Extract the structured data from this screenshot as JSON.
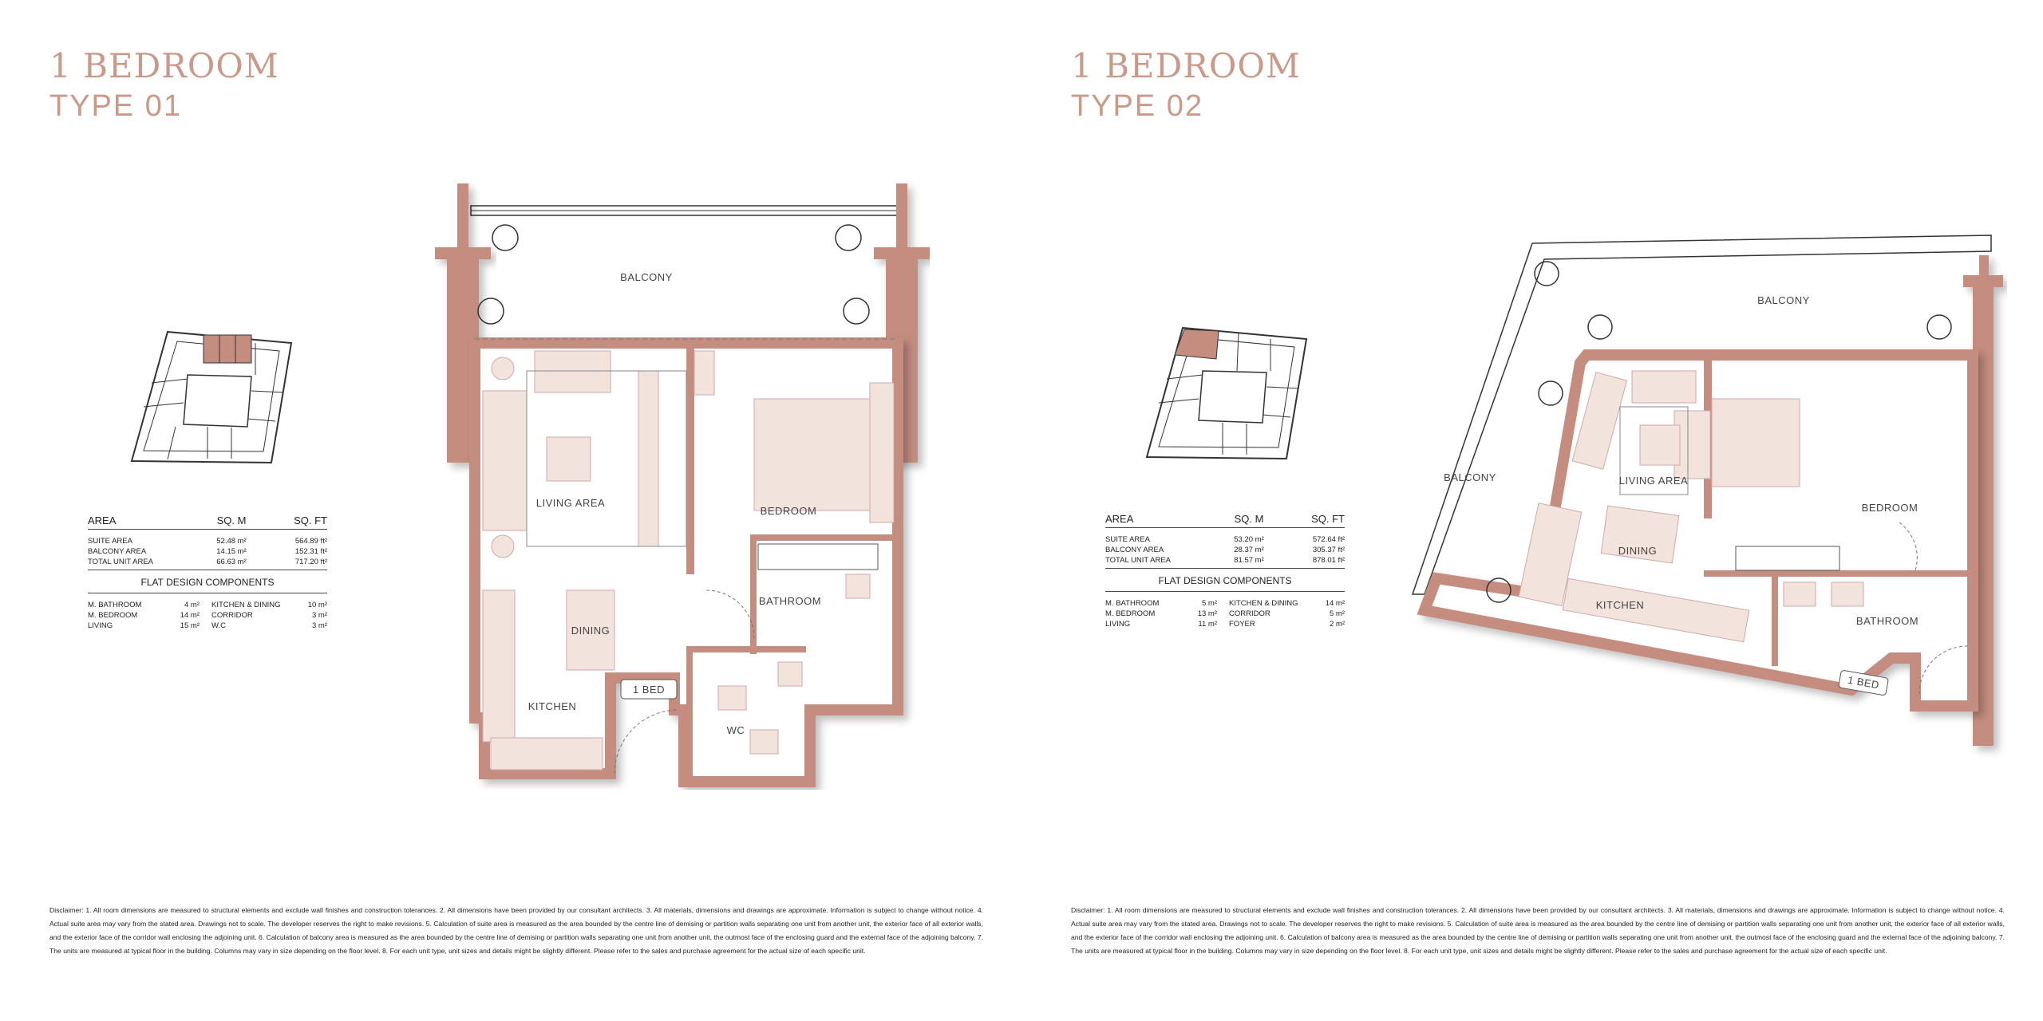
{
  "left": {
    "title_line1": "1 BEDROOM",
    "title_line2": "TYPE 01",
    "area_header": [
      "AREA",
      "SQ. M",
      "SQ. FT"
    ],
    "areas": [
      {
        "label": "SUITE AREA",
        "sqm": "52.48 m²",
        "sqft": "564.89 ft²"
      },
      {
        "label": "BALCONY AREA",
        "sqm": "14.15 m²",
        "sqft": "152.31 ft²"
      },
      {
        "label": "TOTAL UNIT AREA",
        "sqm": "66.63 m²",
        "sqft": "717.20 ft²"
      }
    ],
    "components_title": "FLAT DESIGN COMPONENTS",
    "components": [
      {
        "a": "M. BATHROOM",
        "av": "4 m²",
        "b": "KITCHEN & DINING",
        "bv": "10 m²"
      },
      {
        "a": "M. BEDROOM",
        "av": "14 m²",
        "b": "CORRIDOR",
        "bv": "3 m²"
      },
      {
        "a": "LIVING",
        "av": "15 m²",
        "b": "W.C",
        "bv": "3 m²"
      }
    ],
    "rooms": {
      "balcony": "BALCONY",
      "living": "LIVING AREA",
      "bedroom": "BEDROOM",
      "dining": "DINING",
      "bathroom": "BATHROOM",
      "kitchen": "KITCHEN",
      "wc": "WC",
      "tag": "1 BED"
    },
    "disclaimer": "Disclaimer: 1. All room dimensions are measured to structural elements and exclude wall finishes and construction tolerances. 2. All dimensions have been provided by our consultant architects. 3. All materials, dimensions and drawings are approximate. Information is subject to change without notice. 4. Actual suite area may vary from the stated area. Drawings not to scale. The developer reserves the right to make revisions. 5. Calculation of suite area is measured as the area bounded by the centre line of demising or partition walls separating one unit from another unit, the exterior face of all exterior walls, and the exterior face of the corridor wall enclosing the adjoining unit. 6. Calculation of balcony area is measured as the area bounded by the centre line of demising or partition walls separating one unit from another unit, the outmost face of the enclosing guard and the external face of the adjoining balcony. 7. The units are measured at typical floor in the building. Columns may vary in size depending on the floor level. 8. For each unit type, unit sizes and details might be slightly different. Please refer to the sales and purchase agreement for the actual size of each specific unit."
  },
  "right": {
    "title_line1": "1 BEDROOM",
    "title_line2": "TYPE 02",
    "area_header": [
      "AREA",
      "SQ. M",
      "SQ. FT"
    ],
    "areas": [
      {
        "label": "SUITE AREA",
        "sqm": "53.20 m²",
        "sqft": "572.64 ft²"
      },
      {
        "label": "BALCONY AREA",
        "sqm": "28.37 m²",
        "sqft": "305.37 ft²"
      },
      {
        "label": "TOTAL UNIT AREA",
        "sqm": "81.57 m²",
        "sqft": "878.01 ft²"
      }
    ],
    "components_title": "FLAT DESIGN COMPONENTS",
    "components": [
      {
        "a": "M. BATHROOM",
        "av": "5 m²",
        "b": "KITCHEN & DINING",
        "bv": "14 m²"
      },
      {
        "a": "M. BEDROOM",
        "av": "13 m²",
        "b": "CORRIDOR",
        "bv": "5 m²"
      },
      {
        "a": "LIVING",
        "av": "11 m²",
        "b": "FOYER",
        "bv": "2 m²"
      }
    ],
    "rooms": {
      "balcony_top": "BALCONY",
      "balcony_left": "BALCONY",
      "living": "LIVING AREA",
      "bedroom": "BEDROOM",
      "dining": "DINING",
      "kitchen": "KITCHEN",
      "bathroom": "BATHROOM",
      "tag": "1 BED"
    },
    "disclaimer": "Disclaimer: 1. All room dimensions are measured to structural elements and exclude wall finishes and construction tolerances. 2. All dimensions have been provided by our consultant architects. 3. All materials, dimensions and drawings are approximate. Information is subject to change without notice. 4. Actual suite area may vary from the stated area. Drawings not to scale. The developer reserves the right to make revisions. 5. Calculation of suite area is measured as the area bounded by the centre line of demising or partition walls separating one unit from another unit, the exterior face of all exterior walls, and the exterior face of the corridor wall enclosing the adjoining unit. 6. Calculation of balcony area is measured as the area bounded by the centre line of demising or partition walls separating one unit from another unit, the outmost face of the enclosing guard and the external face of the adjoining balcony. 7. The units are measured at typical floor in the building. Columns may vary in size depending on the floor level. 8. For each unit type, unit sizes and details might be slightly different. Please refer to the sales and purchase agreement for the actual size of each specific unit."
  },
  "colors": {
    "accent": "#c99a8a",
    "wall": "#c48d7f",
    "furniture": "#f3e3dd"
  }
}
